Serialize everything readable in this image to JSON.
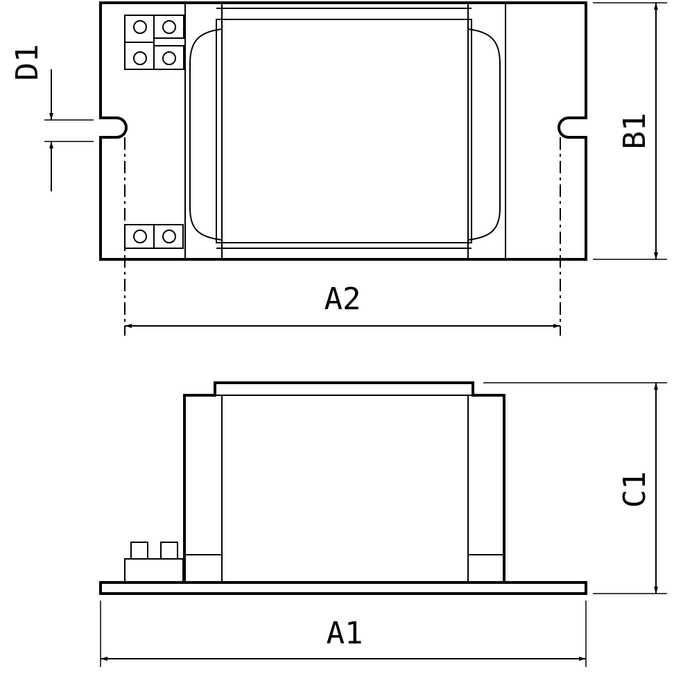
{
  "drawing": {
    "labels": {
      "a2": "A2",
      "a1": "A1",
      "b1": "B1",
      "c1": "C1",
      "d1": "D1"
    },
    "colors": {
      "ink": "#000000",
      "paper": "#ffffff"
    }
  }
}
